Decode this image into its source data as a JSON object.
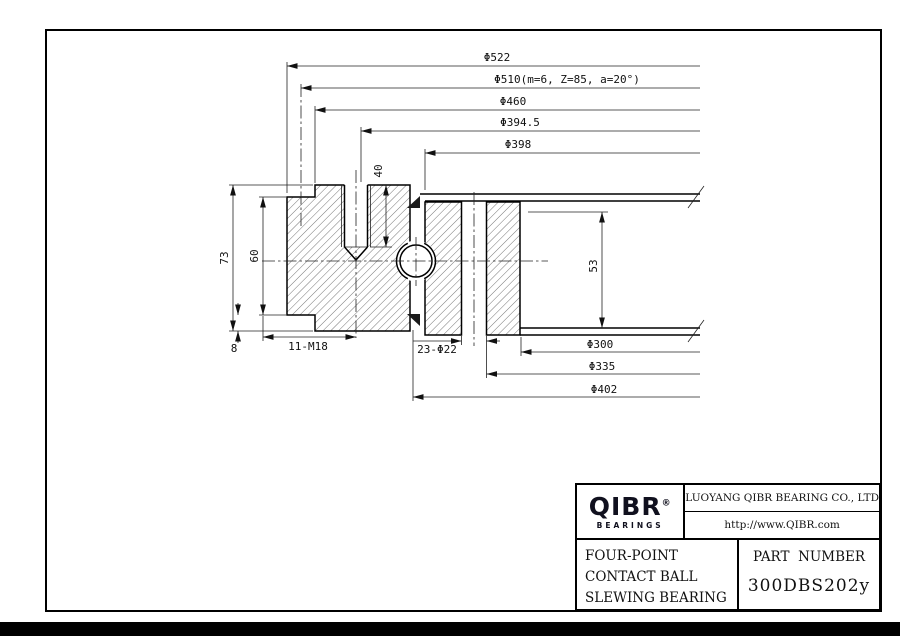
{
  "dims": {
    "d522": "Φ522",
    "d510": "Φ510(m=6, Z=85, a=20°)",
    "d460": "Φ460",
    "d394": "Φ394.5",
    "d398": "Φ398",
    "h73": "73",
    "h60": "60",
    "h8": "8",
    "h40": "40",
    "h53": "53",
    "bolt": "11-M18",
    "holes": "23-Φ22",
    "d300": "Φ300",
    "d335": "Φ335",
    "d402": "Φ402"
  },
  "title_block": {
    "logo": "QIBR",
    "logo_registered": "®",
    "logo_sub": "BEARINGS",
    "company": "LUOYANG QIBR BEARING CO., LTD",
    "website": "http://www.QIBR.com",
    "product_line1": "FOUR-POINT",
    "product_line2": "CONTACT BALL",
    "product_line3": "SLEWING BEARING",
    "part_number_label": "PART  NUMBER",
    "part_number": "300DBS202y"
  }
}
